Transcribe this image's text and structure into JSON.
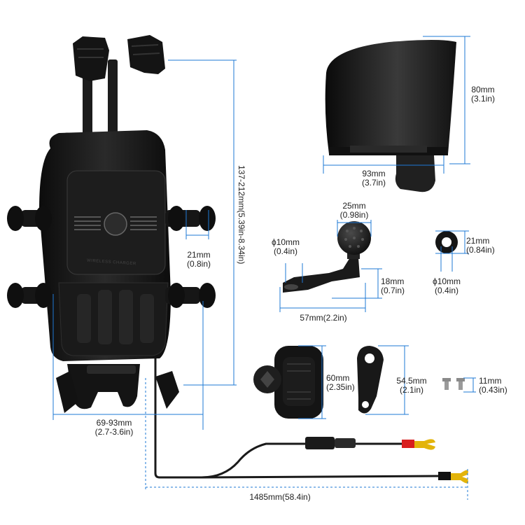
{
  "accent_color": "#1e78d6",
  "product_color": "#151515",
  "plate_text": "WIRELESS CHARGER",
  "dimensions": {
    "holder_height": "137-212mm(5.39in-8.34in)",
    "arm_width": {
      "mm": "21mm",
      "in": "(0.8in)"
    },
    "grip_width": {
      "mm": "69-93mm",
      "in": "(2.7-3.6in)"
    },
    "visor_height": {
      "mm": "80mm",
      "in": "(3.1in)"
    },
    "visor_width": {
      "mm": "93mm",
      "in": "(3.7in)"
    },
    "ball_diameter": {
      "mm": "25mm",
      "in": "(0.98in)"
    },
    "mirror_hole": {
      "mm": "ϕ10mm",
      "in": "(0.4in)"
    },
    "bracket_height": {
      "mm": "18mm",
      "in": "(0.7in)"
    },
    "bracket_length": "57mm(2.2in)",
    "washer_outer": {
      "mm": "21mm",
      "in": "(0.84in)"
    },
    "washer_inner": {
      "mm": "ϕ10mm",
      "in": "(0.4in)"
    },
    "clamp_height": {
      "mm": "60mm",
      "in": "(2.35in)"
    },
    "arm_length": {
      "mm": "54.5mm",
      "in": "(2.1in)"
    },
    "screw_length": {
      "mm": "11mm",
      "in": "(0.43in)"
    },
    "cable_length": "1485mm(58.4in)"
  }
}
